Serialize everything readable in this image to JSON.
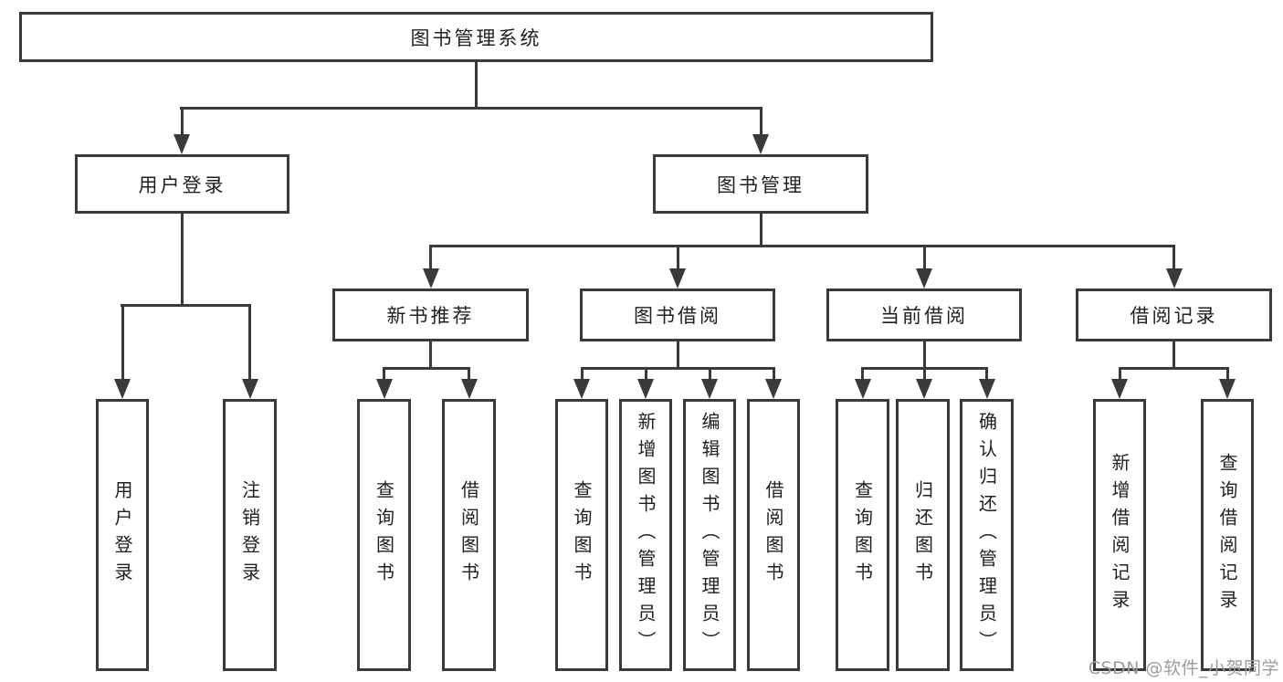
{
  "tree": {
    "root": {
      "label": "图书管理系统"
    },
    "branches": [
      {
        "label": "用户登录",
        "children": [
          {
            "label": "用户登录"
          },
          {
            "label": "注销登录"
          }
        ]
      },
      {
        "label": "图书管理",
        "groups": [
          {
            "label": "新书推荐",
            "children": [
              {
                "label": "查询图书"
              },
              {
                "label": "借阅图书"
              }
            ]
          },
          {
            "label": "图书借阅",
            "children": [
              {
                "label": "查询图书"
              },
              {
                "label": "新增图书（管理员）"
              },
              {
                "label": "编辑图书（管理员）"
              },
              {
                "label": "借阅图书"
              }
            ]
          },
          {
            "label": "当前借阅",
            "children": [
              {
                "label": "查询图书"
              },
              {
                "label": "归还图书"
              },
              {
                "label": "确认归还（管理员）"
              }
            ]
          },
          {
            "label": "借阅记录",
            "children": [
              {
                "label": "新增借阅记录"
              },
              {
                "label": "查询借阅记录"
              }
            ]
          }
        ]
      }
    ]
  },
  "watermark": {
    "text": "CSDN @软件_小贺同学"
  },
  "colors": {
    "line": "#3a3a3a",
    "text": "#1f1f1f",
    "watermark": "#9c9c9c",
    "background": "#ffffff"
  }
}
